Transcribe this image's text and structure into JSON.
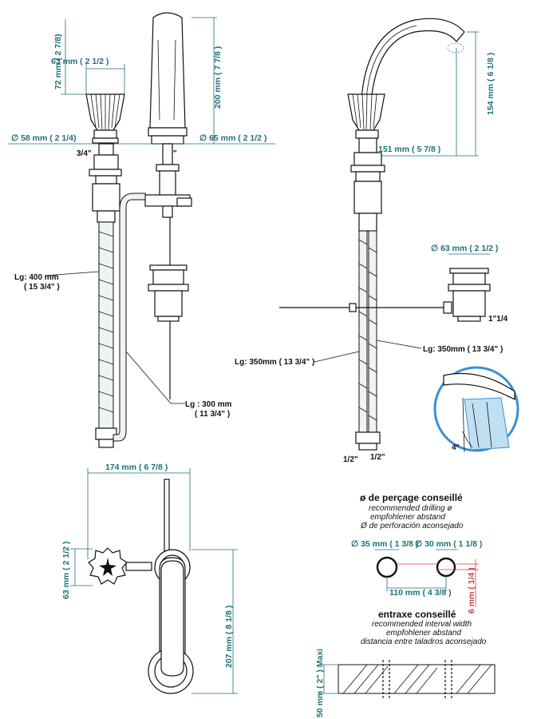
{
  "front": {
    "handle_height": "72 mm ( 2 7/8)",
    "handle_width": "63 mm ( 2 1/2 )",
    "left_diameter": "∅ 58 mm ( 2 1/4)",
    "spout_diameter": "∅ 65 mm ( 2 1/2 )",
    "spout_height": "200 mm ( 7 7/8 )",
    "thread_left": "3/4\"",
    "thread_right": "1/2\"",
    "hose_400": "Lg: 400 mm",
    "hose_400_in": "( 15 3/4\" )",
    "hose_300": "Lg : 300 mm",
    "hose_300_in": "( 11 3/4\" )"
  },
  "side": {
    "height_154": "154 mm ( 6 1/8 )",
    "reach_151": "151 mm ( 5 7/8 )",
    "waste_diameter": "∅ 63 mm ( 2 1/2 )",
    "waste_thread": "1\"1/4",
    "hose_left": "Lg: 350mm ( 13 3/4\" )",
    "hose_right": "Lg: 350mm ( 13 3/4\" )",
    "angle": "4°",
    "thread_a": "1/2\"",
    "thread_b": "1/2\""
  },
  "top": {
    "width_174": "174 mm ( 6 7/8 )",
    "dim_63": "63 mm ( 2 1/2 )",
    "dim_207": "207 mm ( 8 1/8 )"
  },
  "drilling": {
    "title": "ø de perçage conseillé",
    "en": "recommended drilling ø",
    "de": "empfohlener abstand",
    "es": "Ø de perforación aconsejado",
    "hole_35": "∅ 35 mm ( 1 3/8 )",
    "hole_30": "∅ 30 mm ( 1 1/8 )",
    "spacing_110": "110 mm ( 4 3/8 )",
    "offset_6": "6 mm ( 1/4 )"
  },
  "interval": {
    "title": "entraxe conseillé",
    "en": "recommended interval width",
    "de": "empfohlener abstand",
    "es": "distancia entre taladros aconsejado",
    "thickness": "50 mm ( 2\" ) Maxi"
  },
  "colors": {
    "dimension": "#1e6f78",
    "offset": "#d63a3a",
    "detail": "#3a8fd6"
  }
}
